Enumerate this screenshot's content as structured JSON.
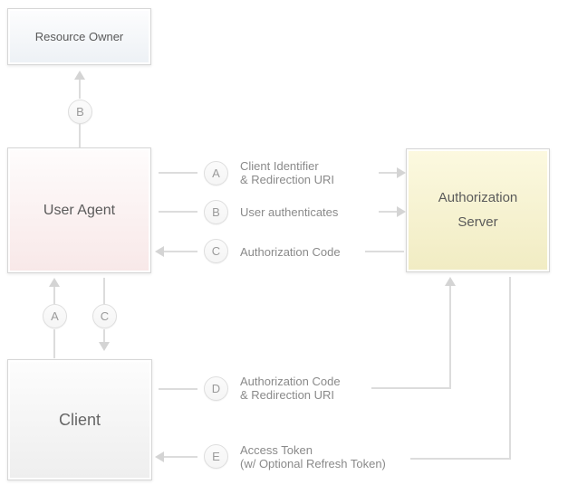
{
  "nodes": {
    "resource_owner": "Resource Owner",
    "user_agent": "User Agent",
    "client": "Client",
    "authorization_server": "Authorization Server"
  },
  "flows": {
    "a": {
      "letter": "A",
      "line1": "Client Identifier",
      "line2": "& Redirection URI"
    },
    "b": {
      "letter": "B",
      "line1": "User authenticates",
      "line2": ""
    },
    "c": {
      "letter": "C",
      "line1": "Authorization Code",
      "line2": ""
    },
    "d": {
      "letter": "D",
      "line1": "Authorization Code",
      "line2": "& Redirection URI"
    },
    "e": {
      "letter": "E",
      "line1": "Access Token",
      "line2": "(w/ Optional Refresh Token)"
    }
  },
  "badges": {
    "top_redirect": "B",
    "left_up": "A",
    "left_down": "C"
  },
  "colors": {
    "line": "#dcdcdc",
    "arrow": "#d4d4d4",
    "box_border": "#d6d6d6",
    "node_text": "#5a5a5a",
    "label_text": "#8a8a8a",
    "badge_text": "#9a9a9a",
    "resource_owner_bg": "#edf1f5",
    "user_agent_bg": "#f8e8e8",
    "client_bg": "#eeeeee",
    "auth_server_bg_top": "#fcf9e0",
    "auth_server_bg_bottom": "#f1ecc3"
  }
}
